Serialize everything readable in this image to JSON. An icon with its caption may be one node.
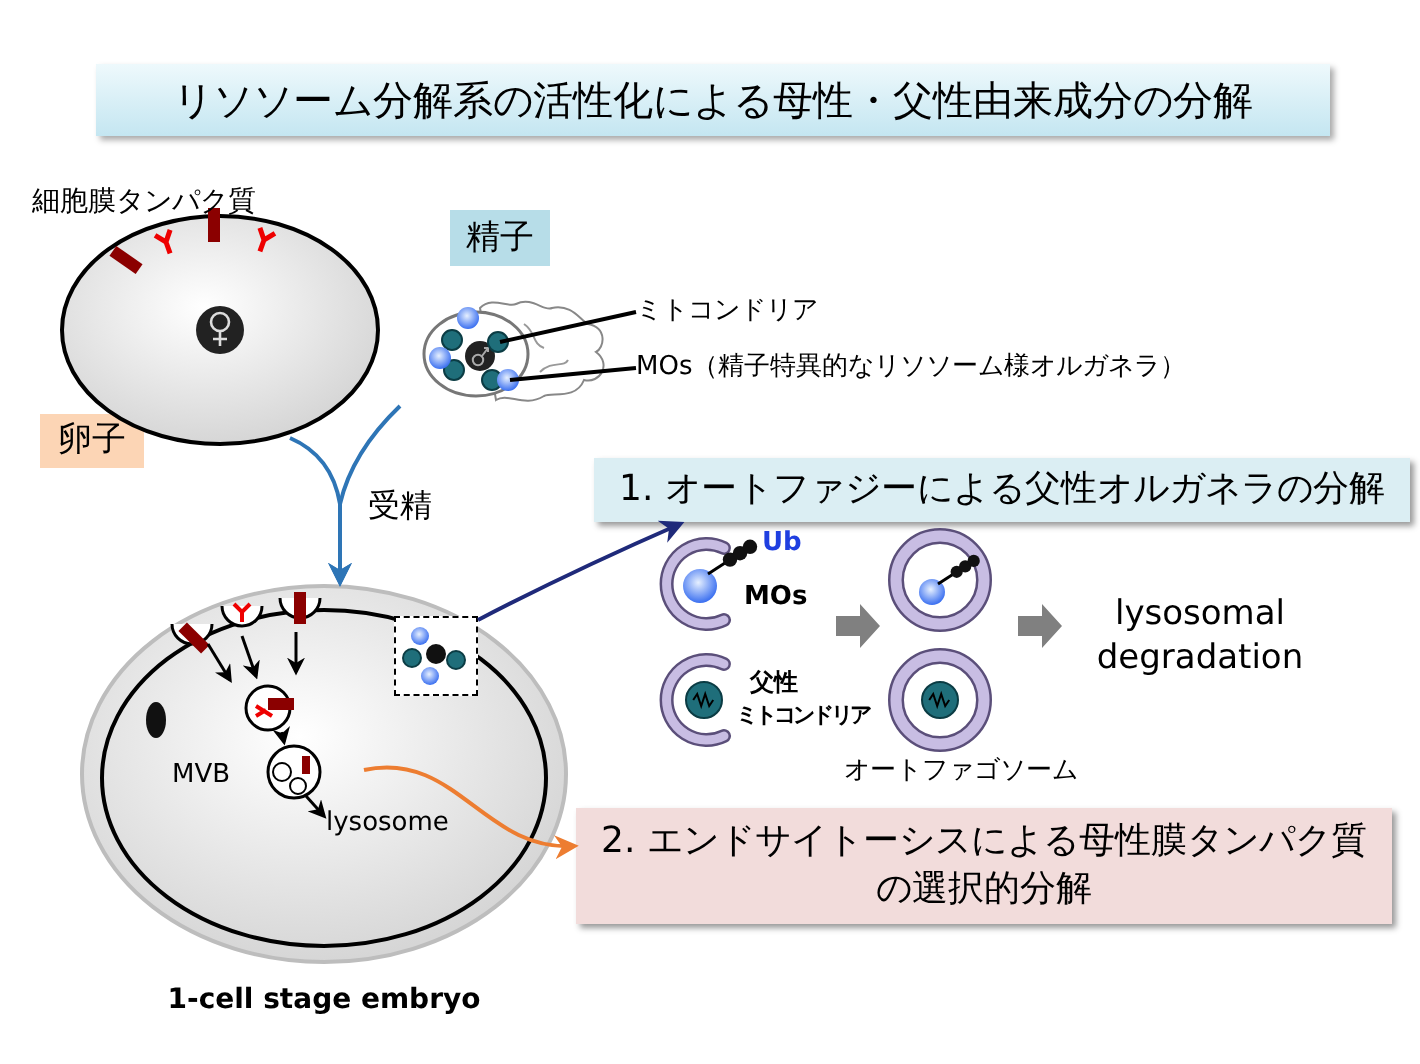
{
  "diagram": {
    "title": "リソソーム分解系の活性化による母性・父性由来成分の分解",
    "nodes": [
      {
        "text": [
          "卵子"
        ]
      },
      {
        "text": [],
        "shape": "circle",
        "beside": [
          "細胞膜タンパク質"
        ]
      },
      {
        "text": [
          "精子"
        ]
      },
      {
        "text": [],
        "shape": "picture"
      },
      {
        "text": [
          "ミトコンドリア"
        ]
      },
      {
        "text": [
          "MOs（精子特異的なリソソーム様オルガネラ）"
        ]
      },
      {
        "text": [],
        "shape": "circle",
        "beside": [
          "1-cell stage embryo"
        ]
      },
      {
        "text": [],
        "shape": "box",
        "in": 6
      },
      {
        "text": [
          "1. オートファジーによる父性オルガネラの分解"
        ]
      },
      {
        "text": [
          "2. エンドサイトーシスによる母性膜タンパク質の選択的分解"
        ]
      }
    ],
    "edges": [
      {
        "from": 1,
        "to": 6,
        "arrow": "to",
        "label": "受精",
        "color": "#2e75b6"
      },
      {
        "from": 3,
        "to": 6,
        "arrow": "to",
        "color": "#2e75b6"
      },
      {
        "from": 7,
        "to": 8,
        "arrow": "to",
        "color": "#1f2a7a"
      },
      {
        "from": null,
        "to": 9,
        "arrow": "to",
        "color": "#ed7d31"
      },
      {
        "from": 4,
        "to": 3,
        "arrow": "none",
        "color": "#000000"
      },
      {
        "from": 5,
        "to": 3,
        "arrow": "none",
        "color": "#000000"
      }
    ],
    "labels": [
      "MVB",
      "lysosome",
      "Ub",
      "MOs",
      "父性",
      "ミトコンドリア",
      "オートファゴソーム",
      "lysosomal degradation"
    ]
  }
}
